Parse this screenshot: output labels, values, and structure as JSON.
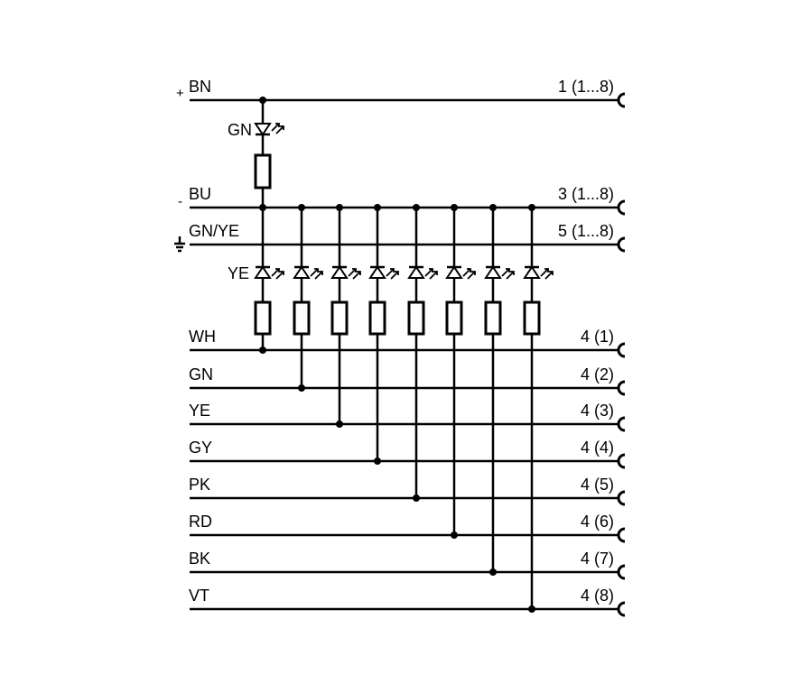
{
  "supply": {
    "positive": {
      "wire": "BN",
      "sign": "+",
      "pin": "1 (1...8)"
    },
    "negative": {
      "wire": "BU",
      "sign": "-",
      "pin": "3 (1...8)"
    },
    "earth": {
      "wire": "GN/YE",
      "pin": "5 (1...8)"
    }
  },
  "power_led_label": "GN",
  "channel_led_label": "YE",
  "channels": [
    {
      "wire": "WH",
      "pin": "4 (1)"
    },
    {
      "wire": "GN",
      "pin": "4 (2)"
    },
    {
      "wire": "YE",
      "pin": "4 (3)"
    },
    {
      "wire": "GY",
      "pin": "4 (4)"
    },
    {
      "wire": "PK",
      "pin": "4 (5)"
    },
    {
      "wire": "RD",
      "pin": "4 (6)"
    },
    {
      "wire": "BK",
      "pin": "4 (7)"
    },
    {
      "wire": "VT",
      "pin": "4 (8)"
    }
  ],
  "line_color": "#000000"
}
